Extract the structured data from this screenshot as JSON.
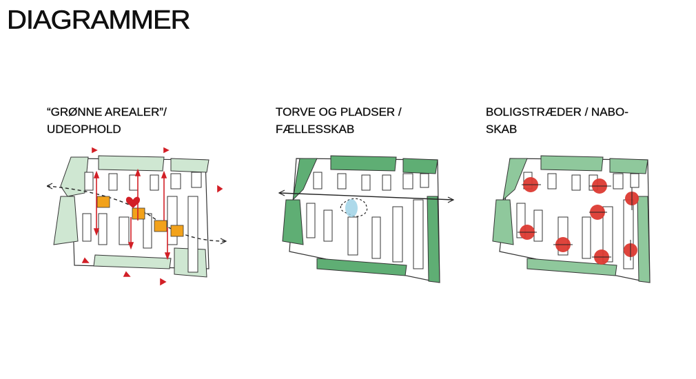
{
  "page": {
    "title": "DIAGRAMMER"
  },
  "colors": {
    "light_green": "#cfe7d2",
    "dark_green": "#5fae74",
    "mid_green": "#8fc89c",
    "outline": "#333333",
    "arrow_red": "#d21f26",
    "square_orange": "#f2a21b",
    "circle_red": "#dd3a32",
    "plaza_blue": "#9fd2e6"
  },
  "panels": [
    {
      "id": "green-areas",
      "title_lines": [
        "“GRØNNE AREALER”/",
        "UDEOPHOLD"
      ]
    },
    {
      "id": "squares",
      "title_lines": [
        "TORVE OG PLADSER /",
        "FÆLLESSKAB"
      ]
    },
    {
      "id": "alleys",
      "title_lines": [
        "BOLIGSTRÆDER / NABO-",
        "SKAB"
      ]
    }
  ]
}
